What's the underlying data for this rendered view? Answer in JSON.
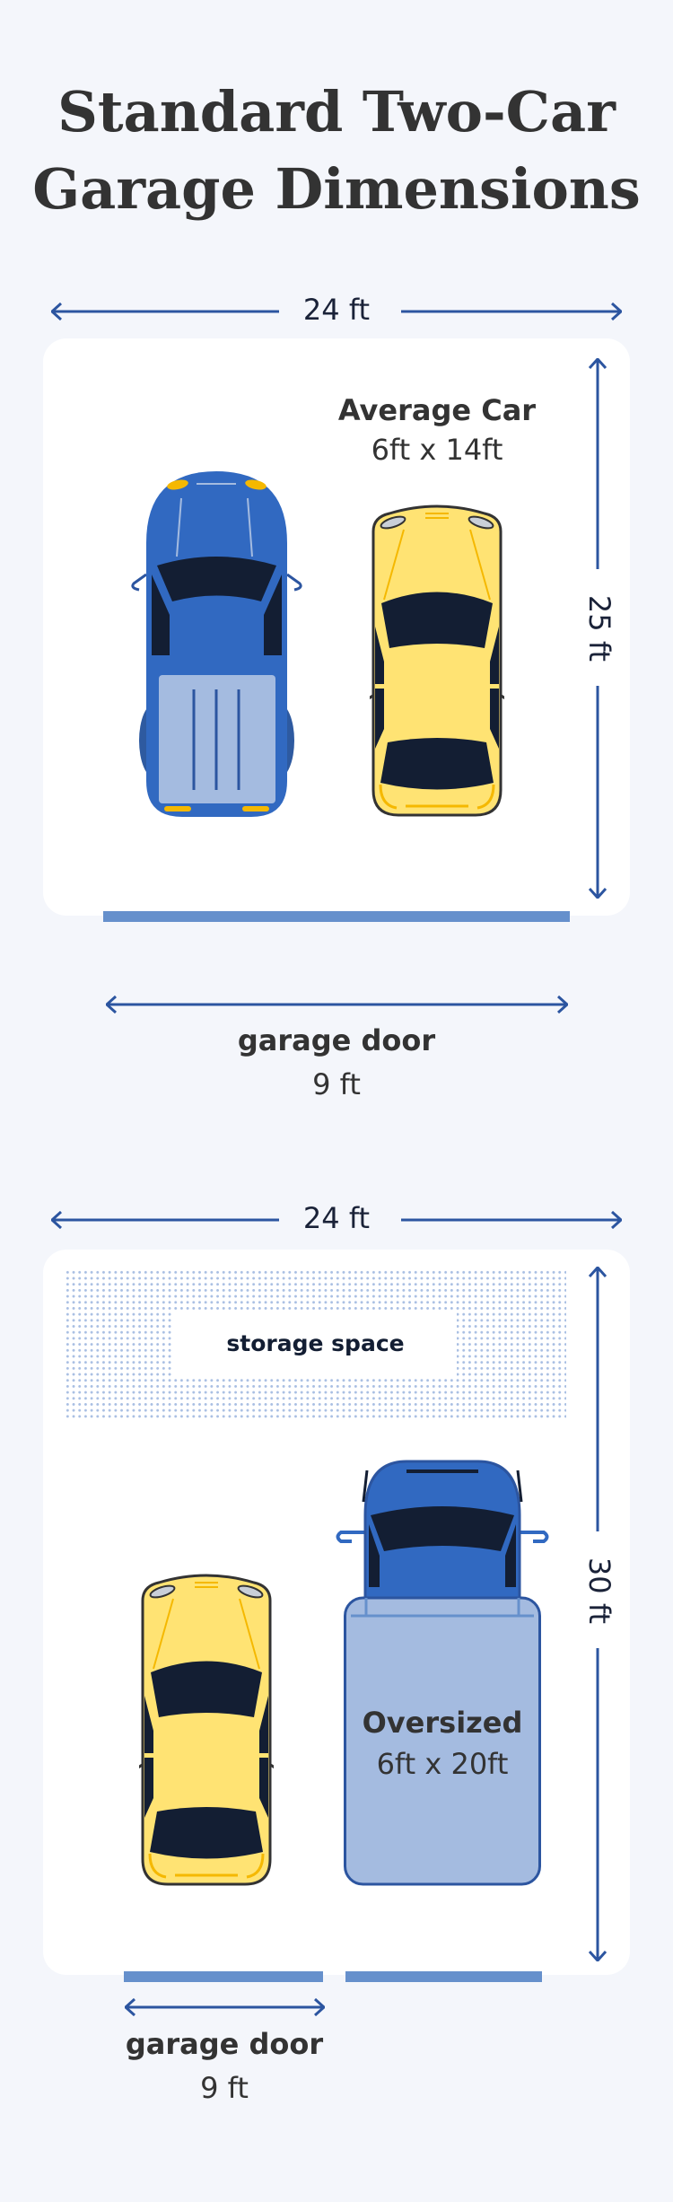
{
  "title": {
    "line1": "Standard Two-Car",
    "line2": "Garage Dimensions"
  },
  "diagram1": {
    "width_label": "24 ft",
    "depth_label": "25 ft",
    "car_label": "Average Car",
    "car_size": "6ft x 14ft",
    "door_label": "garage door",
    "door_size": "9 ft"
  },
  "diagram2": {
    "width_label": "24 ft",
    "depth_label": "30 ft",
    "storage_label": "storage space",
    "truck_label": "Oversized",
    "truck_size": "6ft x 20ft",
    "door_label": "garage door",
    "door_size": "9 ft"
  },
  "colors": {
    "arrow": "#2c55a0",
    "truck": "#3169c1",
    "car": "#ffe373",
    "door": "#6690cc",
    "background": "#f4f6fb"
  }
}
